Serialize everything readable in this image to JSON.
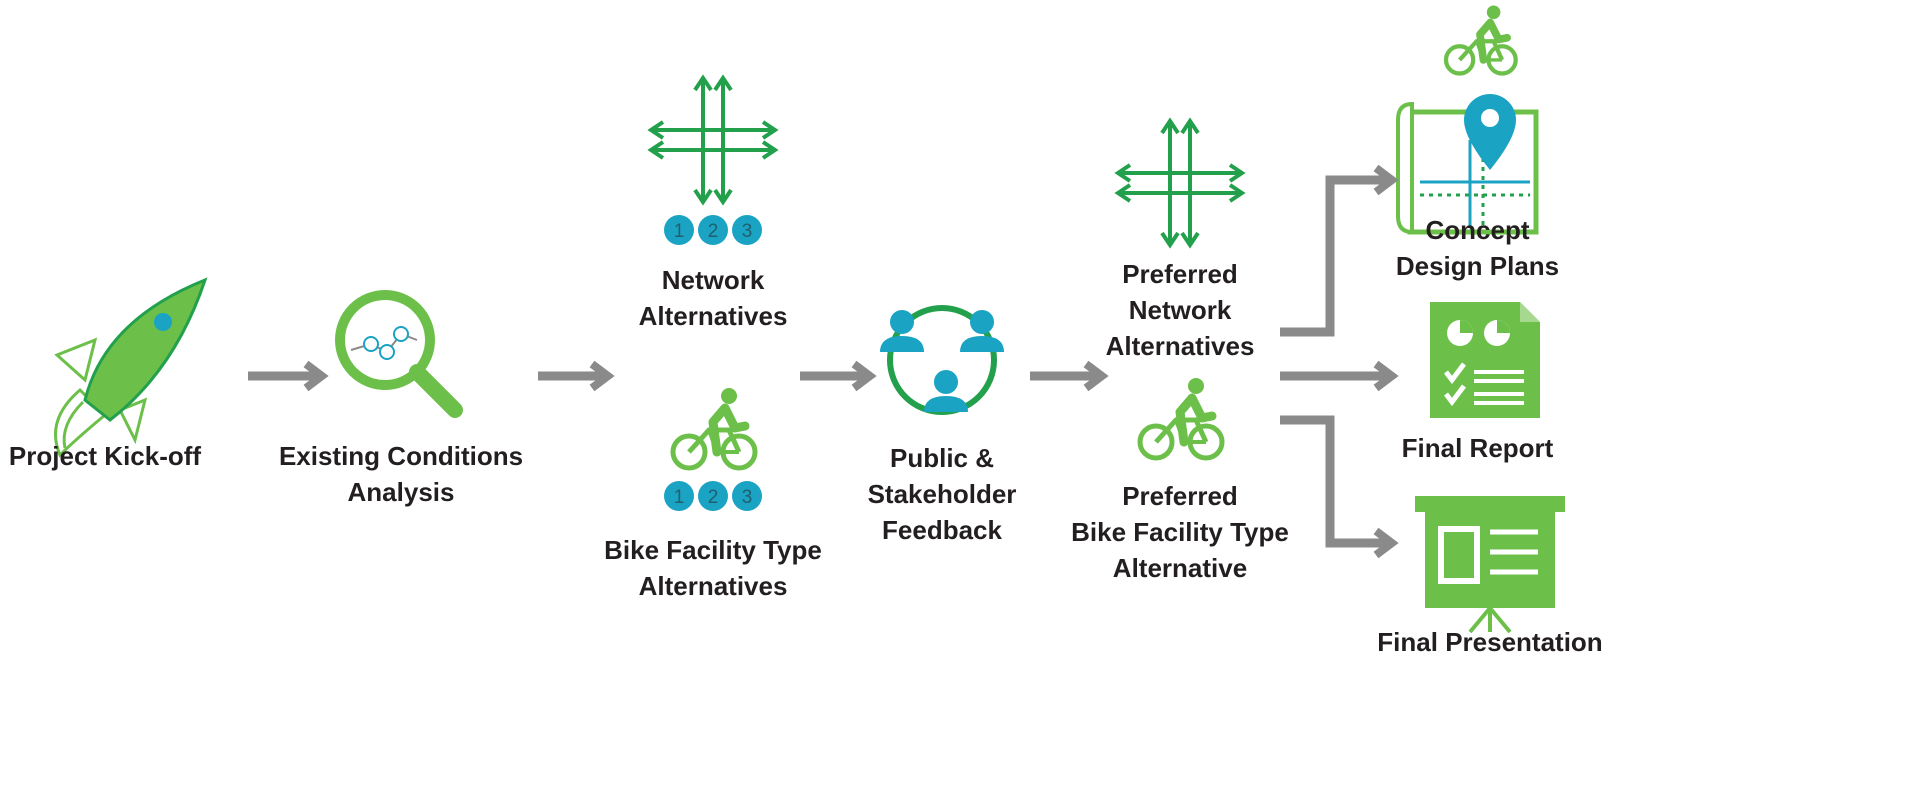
{
  "steps": {
    "kickoff": {
      "label": "Project Kick-off",
      "icon": "rocket-icon"
    },
    "existing": {
      "line1": "Existing Conditions",
      "line2": "Analysis",
      "icon": "magnifier-chart-icon"
    },
    "network_alt": {
      "line1": "Network",
      "line2": "Alternatives",
      "icon": "network-grid-icon"
    },
    "bike_alt": {
      "line1": "Bike Facility Type",
      "line2": "Alternatives",
      "icon": "cyclist-icon"
    },
    "feedback": {
      "line1": "Public &",
      "line2": "Stakeholder",
      "line3": "Feedback",
      "icon": "people-cycle-icon"
    },
    "pref_network": {
      "line1": "Preferred",
      "line2": "Network",
      "line3": "Alternatives",
      "icon": "network-grid-icon"
    },
    "pref_bike": {
      "line1": "Preferred",
      "line2": "Bike Facility Type",
      "line3": "Alternative",
      "icon": "cyclist-icon"
    },
    "concept": {
      "line1": "Concept",
      "line2": "Design Plans",
      "icon": "map-pin-icon"
    },
    "report": {
      "label": "Final Report",
      "icon": "report-icon"
    },
    "presentation": {
      "label": "Final Presentation",
      "icon": "presentation-board-icon"
    }
  },
  "option_numbers": [
    "1",
    "2",
    "3"
  ],
  "colors": {
    "green": "#6cc04a",
    "dark_green": "#22a04b",
    "teal": "#1ba3c4",
    "gray_arrow": "#8a8a8a",
    "text": "#231f20"
  }
}
